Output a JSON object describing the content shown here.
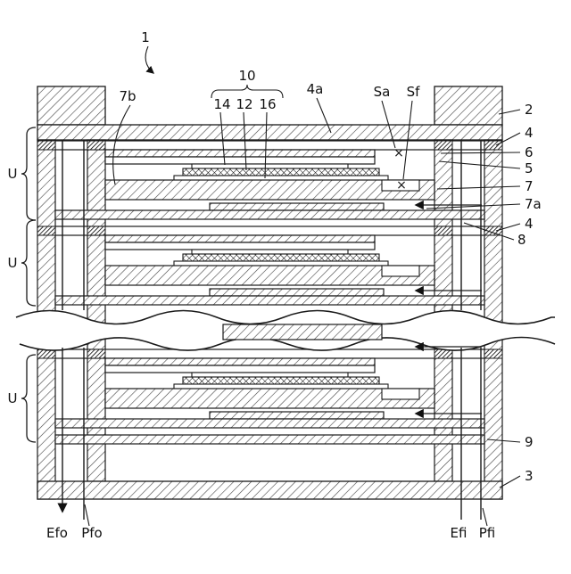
{
  "diagram": {
    "top_labels": {
      "assembly": "1",
      "electrode_group": "10",
      "layer14": "14",
      "layer12": "12",
      "layer16": "16",
      "plate_step": "4a",
      "space_a": "Sa",
      "space_f": "Sf",
      "frame_left": "7b"
    },
    "right_labels": {
      "top_plate": "2",
      "seal_top": "4",
      "layer6": "6",
      "layer5": "5",
      "frame": "7",
      "frame_inner": "7a",
      "seal_mid": "4",
      "separator": "8",
      "layer9": "9",
      "bottom_plate": "3"
    },
    "left_labels": {
      "unit1": "U",
      "unit2": "U",
      "unit3": "U"
    },
    "bottom_labels": {
      "efo": "Efo",
      "pfo": "Pfo",
      "efi": "Efi",
      "pfi": "Pfi"
    },
    "markers": {
      "sa_x": "×",
      "sf_x": "×"
    },
    "colors": {
      "line": "#1a1a1a",
      "background": "#ffffff"
    }
  }
}
